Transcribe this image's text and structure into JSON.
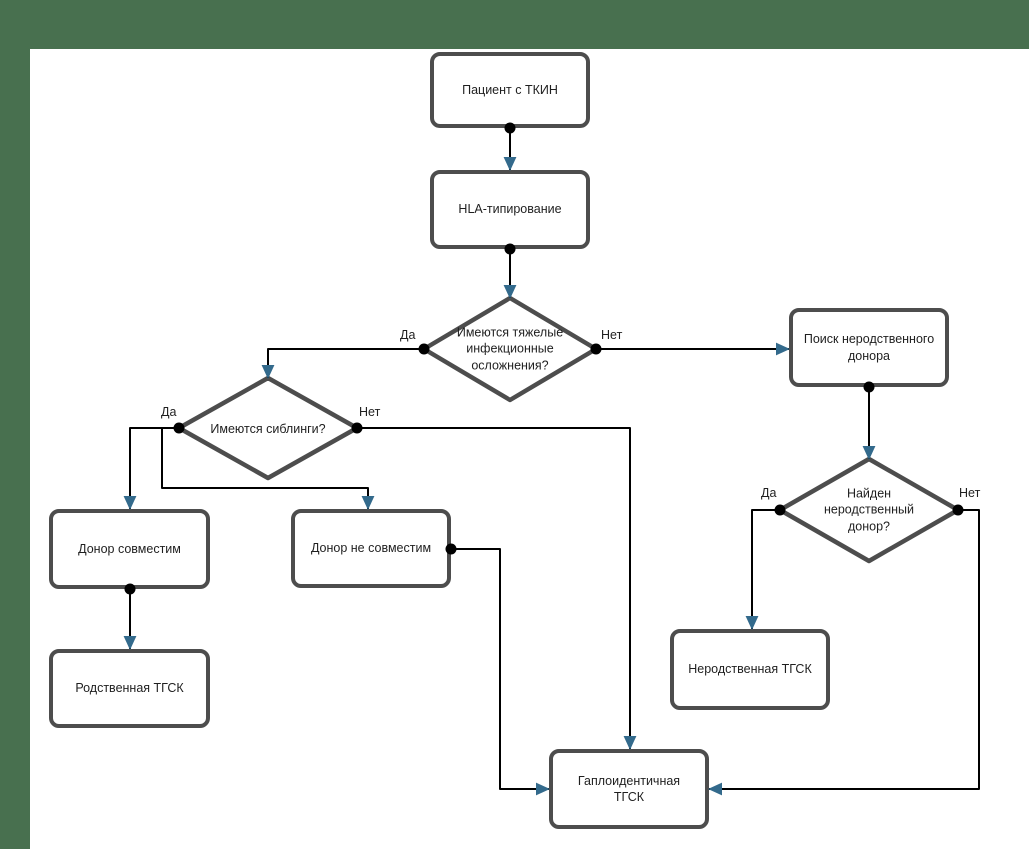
{
  "diagram": {
    "title": "SCID patient transplant decision flowchart",
    "language": "ru"
  },
  "frame": {
    "background_color": "#48704F",
    "canvas_color": "#ffffff"
  },
  "style": {
    "node_border_color": "#4d4d4d",
    "edge_color": "#000000",
    "arrowhead_color": "#336a8c",
    "connection_dot_color": "#000000",
    "text_color": "#1f1f1f"
  },
  "nodes": {
    "patient": {
      "type": "process",
      "label": "Пациент с ТКИН"
    },
    "hla_typing": {
      "type": "process",
      "label": "HLA-типирование"
    },
    "infection_decision": {
      "type": "decision",
      "label": "Имеются тяжелые\nинфекционные\nосложнения?"
    },
    "siblings_decision": {
      "type": "decision",
      "label": "Имеются сиблинги?"
    },
    "donor_compatible": {
      "type": "process",
      "label": "Донор совместим"
    },
    "donor_incompatible": {
      "type": "process",
      "label": "Донор не совместим"
    },
    "related_hsct": {
      "type": "process",
      "label": "Родственная ТГСК"
    },
    "unrelated_donor_search": {
      "type": "process",
      "label": "Поиск неродственного\nдонора"
    },
    "unrelated_donor_found_decision": {
      "type": "decision",
      "label": "Найден\nнеродственный\nдонор?"
    },
    "unrelated_hsct": {
      "type": "process",
      "label": "Неродственная ТГСК"
    },
    "haploidentical_hsct": {
      "type": "process",
      "label": "Гаплоидентичная\nТГСК"
    }
  },
  "edge_labels": {
    "infection_yes": "Да",
    "infection_no": "Нет",
    "siblings_yes": "Да",
    "siblings_no": "Нет",
    "found_yes": "Да",
    "found_no": "Нет"
  }
}
